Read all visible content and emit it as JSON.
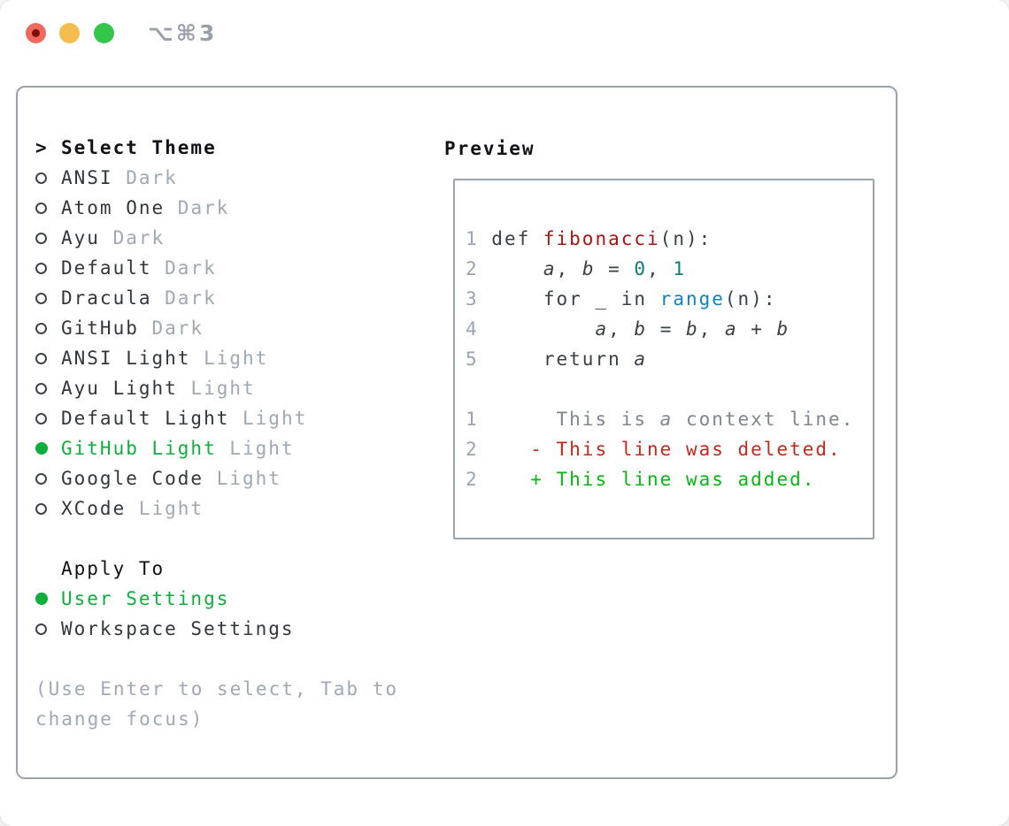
{
  "window": {
    "shortcut_label": "⌥⌘3",
    "traffic_lights": [
      "close",
      "minimize",
      "zoom"
    ]
  },
  "colors": {
    "accent_green": "#0eae3c",
    "added_green": "#0ab515",
    "deleted_red": "#c3291b",
    "function_red": "#a81513",
    "builtin_blue": "#0f82c4",
    "number_teal": "#0c7d74",
    "muted_gray": "#a0a8b3",
    "border_gray": "#9aa2ad",
    "traffic_red": "#ee6a5f",
    "traffic_yellow": "#f5bd4f",
    "traffic_green": "#34c64a"
  },
  "theme_panel": {
    "header": {
      "marker": ">",
      "label": "Select Theme"
    },
    "items": [
      {
        "name": "ANSI",
        "variant": "Dark",
        "selected": false
      },
      {
        "name": "Atom One",
        "variant": "Dark",
        "selected": false
      },
      {
        "name": "Ayu",
        "variant": "Dark",
        "selected": false
      },
      {
        "name": "Default",
        "variant": "Dark",
        "selected": false
      },
      {
        "name": "Dracula",
        "variant": "Dark",
        "selected": false
      },
      {
        "name": "GitHub",
        "variant": "Dark",
        "selected": false
      },
      {
        "name": "ANSI Light",
        "variant": "Light",
        "selected": false
      },
      {
        "name": "Ayu Light",
        "variant": "Light",
        "selected": false
      },
      {
        "name": "Default Light",
        "variant": "Light",
        "selected": false
      },
      {
        "name": "GitHub Light",
        "variant": "Light",
        "selected": true
      },
      {
        "name": "Google Code",
        "variant": "Light",
        "selected": false
      },
      {
        "name": "XCode",
        "variant": "Light",
        "selected": false
      }
    ],
    "apply_to": {
      "label": "Apply To",
      "options": [
        {
          "name": "User Settings",
          "selected": true
        },
        {
          "name": "Workspace Settings",
          "selected": false
        }
      ]
    },
    "hint": "(Use Enter to select, Tab to change focus)"
  },
  "preview": {
    "title": "Preview",
    "lines": [
      {
        "segments": [
          {
            "t": "1 ",
            "s": "num"
          },
          {
            "t": "def ",
            "s": "plain"
          },
          {
            "t": "fibonacci",
            "s": "func"
          },
          {
            "t": "(n):",
            "s": "plain"
          }
        ]
      },
      {
        "segments": [
          {
            "t": "2 ",
            "s": "num"
          },
          {
            "t": "    ",
            "s": "plain"
          },
          {
            "t": "a",
            "s": "var"
          },
          {
            "t": ", ",
            "s": "plain"
          },
          {
            "t": "b",
            "s": "var"
          },
          {
            "t": " = ",
            "s": "plain"
          },
          {
            "t": "0",
            "s": "numlit"
          },
          {
            "t": ", ",
            "s": "plain"
          },
          {
            "t": "1",
            "s": "numlit"
          }
        ]
      },
      {
        "segments": [
          {
            "t": "3 ",
            "s": "num"
          },
          {
            "t": "    for _ in ",
            "s": "plain"
          },
          {
            "t": "range",
            "s": "builtin"
          },
          {
            "t": "(n):",
            "s": "plain"
          }
        ]
      },
      {
        "segments": [
          {
            "t": "4 ",
            "s": "num"
          },
          {
            "t": "        ",
            "s": "plain"
          },
          {
            "t": "a",
            "s": "var"
          },
          {
            "t": ", ",
            "s": "plain"
          },
          {
            "t": "b",
            "s": "var"
          },
          {
            "t": " = ",
            "s": "plain"
          },
          {
            "t": "b",
            "s": "var"
          },
          {
            "t": ", ",
            "s": "plain"
          },
          {
            "t": "a",
            "s": "var"
          },
          {
            "t": " + ",
            "s": "plain"
          },
          {
            "t": "b",
            "s": "var"
          }
        ]
      },
      {
        "segments": [
          {
            "t": "5 ",
            "s": "num"
          },
          {
            "t": "    return ",
            "s": "plain"
          },
          {
            "t": "a",
            "s": "var"
          }
        ]
      },
      {
        "segments": []
      },
      {
        "segments": [
          {
            "t": "1",
            "s": "num"
          },
          {
            "t": "      This is ",
            "s": "ctx"
          },
          {
            "t": "a",
            "s": "ctx_i"
          },
          {
            "t": " context line.",
            "s": "ctx"
          }
        ]
      },
      {
        "segments": [
          {
            "t": "2",
            "s": "num"
          },
          {
            "t": "    ",
            "s": "plain"
          },
          {
            "t": "- This line was deleted.",
            "s": "del"
          }
        ]
      },
      {
        "segments": [
          {
            "t": "2",
            "s": "num"
          },
          {
            "t": "    ",
            "s": "plain"
          },
          {
            "t": "+ This line was added.",
            "s": "add"
          }
        ]
      }
    ]
  }
}
